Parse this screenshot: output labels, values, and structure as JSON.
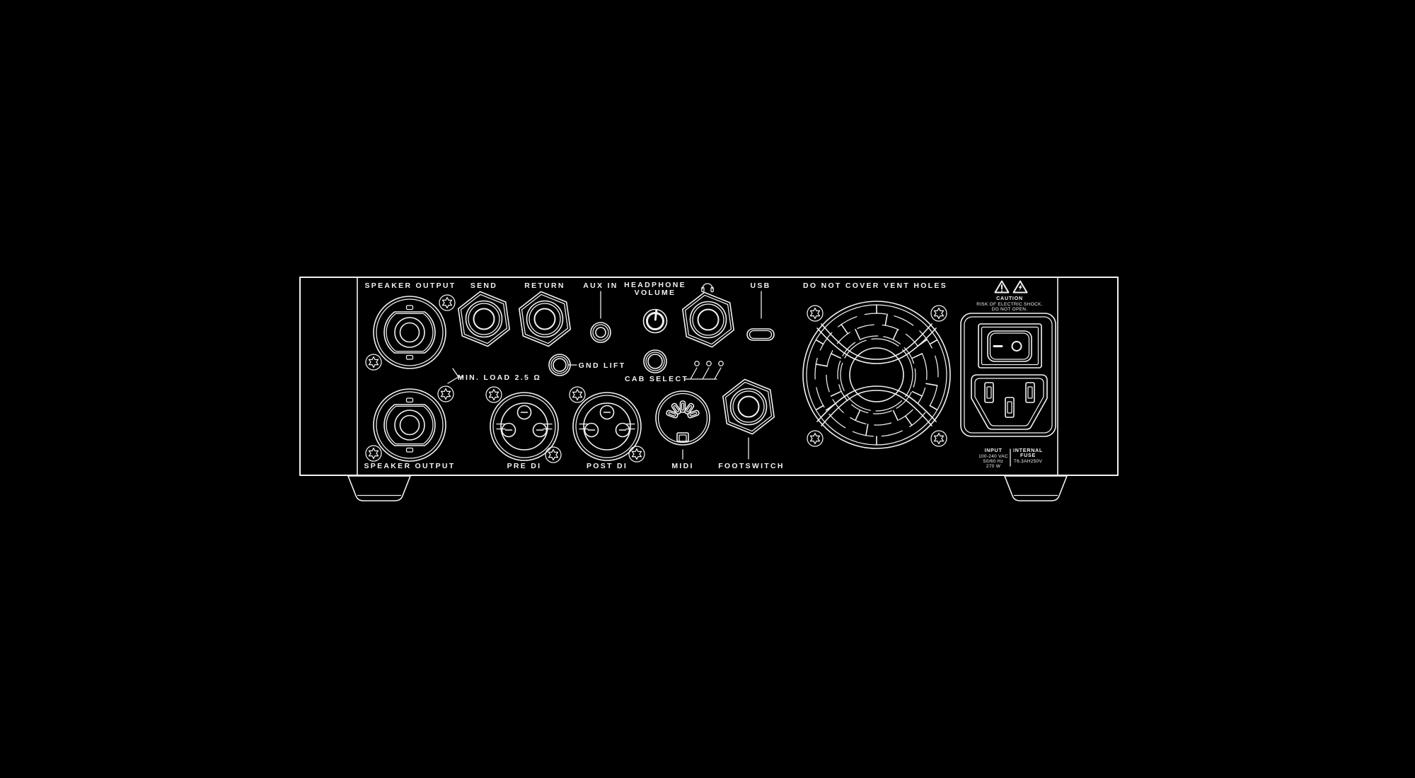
{
  "colors": {
    "background": "#000000",
    "line": "#f2f2f2"
  },
  "panel": {
    "top_row": {
      "speaker_output": "SPEAKER OUTPUT",
      "send": "SEND",
      "return": "RETURN",
      "aux_in": "AUX IN",
      "headphone_volume_line1": "HEADPHONE",
      "headphone_volume_line2": "VOLUME",
      "usb": "USB",
      "vent_warning": "DO NOT COVER VENT HOLES"
    },
    "caution": {
      "title": "CAUTION",
      "line1": "RISK OF ELECTRIC SHOCK.",
      "line2": "DO NOT OPEN."
    },
    "middle": {
      "gnd_lift": "GND LIFT",
      "min_load": "MIN. LOAD 2.5 Ω",
      "cab_select": "CAB SELECT"
    },
    "bottom_row": {
      "speaker_output": "SPEAKER OUTPUT",
      "pre_di": "PRE DI",
      "post_di": "POST DI",
      "midi": "MIDI",
      "footswitch": "FOOTSWITCH"
    },
    "power": {
      "input_title": "INPUT",
      "input_voltage": "100-240 VAC",
      "input_freq": "50/60 Hz",
      "input_power": "270 W",
      "fuse_title_line1": "INTERNAL",
      "fuse_title_line2": "FUSE",
      "fuse_value": "T6.3AH250V"
    }
  }
}
